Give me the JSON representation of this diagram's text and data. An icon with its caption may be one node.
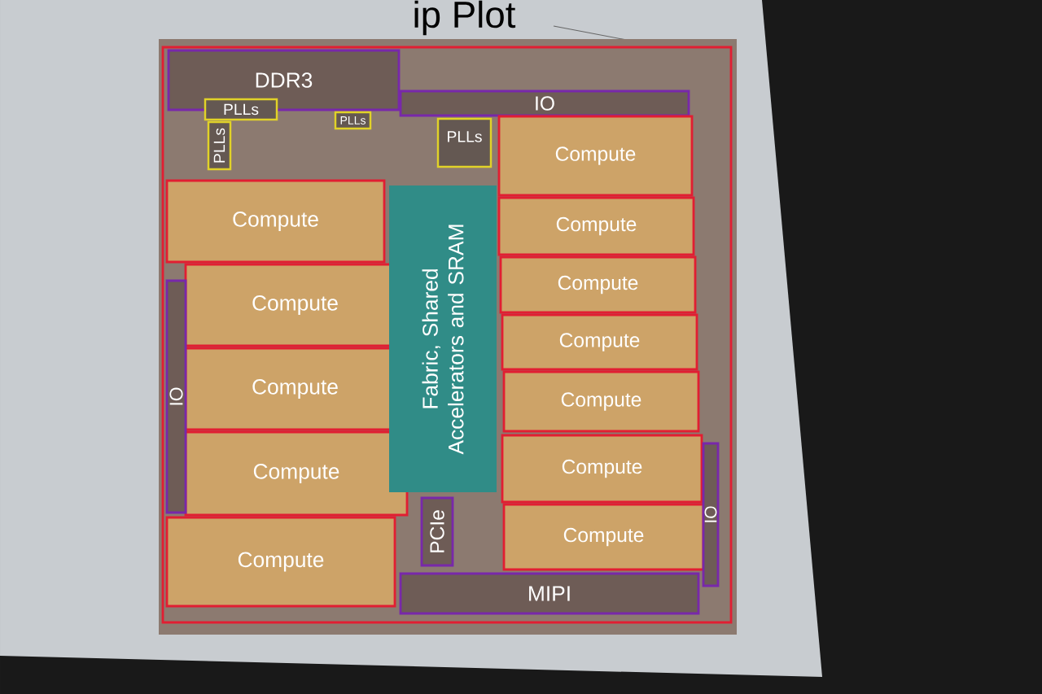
{
  "diagram": {
    "title": "ip Plot",
    "nodes": [
      {
        "text": [
          "DDR3"
        ]
      },
      {
        "text": [
          "PLLs"
        ]
      },
      {
        "text": [
          "PLLs"
        ]
      },
      {
        "text": [
          "PLLs"
        ]
      },
      {
        "text": [
          "PLLs"
        ]
      },
      {
        "text": [
          "IO"
        ]
      },
      {
        "text": [
          "Compute"
        ]
      },
      {
        "text": [
          "Compute"
        ]
      },
      {
        "text": [
          "Compute"
        ]
      },
      {
        "text": [
          "Compute"
        ]
      },
      {
        "text": [
          "Compute"
        ]
      },
      {
        "text": [
          "IO"
        ]
      },
      {
        "text": [
          "Fabric, Shared Accelerators and SRAM"
        ]
      },
      {
        "text": [
          "PCIe"
        ]
      },
      {
        "text": [
          "Compute"
        ]
      },
      {
        "text": [
          "Compute"
        ]
      },
      {
        "text": [
          "Compute"
        ]
      },
      {
        "text": [
          "Compute"
        ]
      },
      {
        "text": [
          "Compute"
        ]
      },
      {
        "text": [
          "Compute"
        ]
      },
      {
        "text": [
          "Compute"
        ]
      },
      {
        "text": [
          "IO"
        ]
      },
      {
        "text": [
          "MIPI"
        ]
      }
    ]
  }
}
